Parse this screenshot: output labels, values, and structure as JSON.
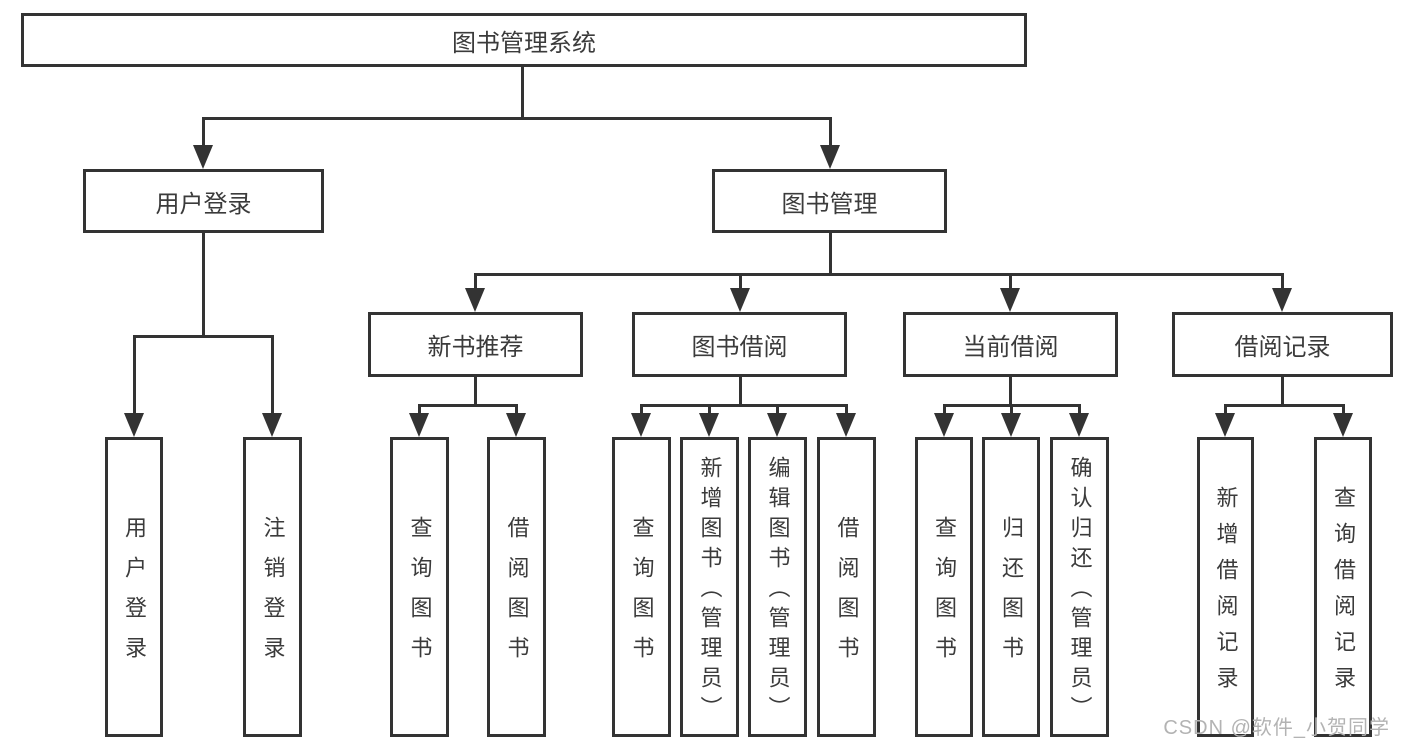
{
  "diagram_type": "hierarchy-tree",
  "tree": {
    "label": "图书管理系统",
    "children": [
      {
        "label": "用户登录",
        "children": [
          {
            "label": "用户登录"
          },
          {
            "label": "注销登录"
          }
        ]
      },
      {
        "label": "图书管理",
        "children": [
          {
            "label": "新书推荐",
            "children": [
              {
                "label": "查询图书"
              },
              {
                "label": "借阅图书"
              }
            ]
          },
          {
            "label": "图书借阅",
            "children": [
              {
                "label": "查询图书"
              },
              {
                "label": "新增图书（管理员）"
              },
              {
                "label": "编辑图书（管理员）"
              },
              {
                "label": "借阅图书"
              }
            ]
          },
          {
            "label": "当前借阅",
            "children": [
              {
                "label": "查询图书"
              },
              {
                "label": "归还图书"
              },
              {
                "label": "确认归还（管理员）"
              }
            ]
          },
          {
            "label": "借阅记录",
            "children": [
              {
                "label": "新增借阅记录"
              },
              {
                "label": "查询借阅记录"
              }
            ]
          }
        ]
      }
    ]
  },
  "watermark": {
    "text": "CSDN @软件_小贺同学"
  },
  "colors": {
    "line": "#333333",
    "text": "#3b3b3b",
    "watermark": "#b3b3b3",
    "background": "#ffffff"
  }
}
